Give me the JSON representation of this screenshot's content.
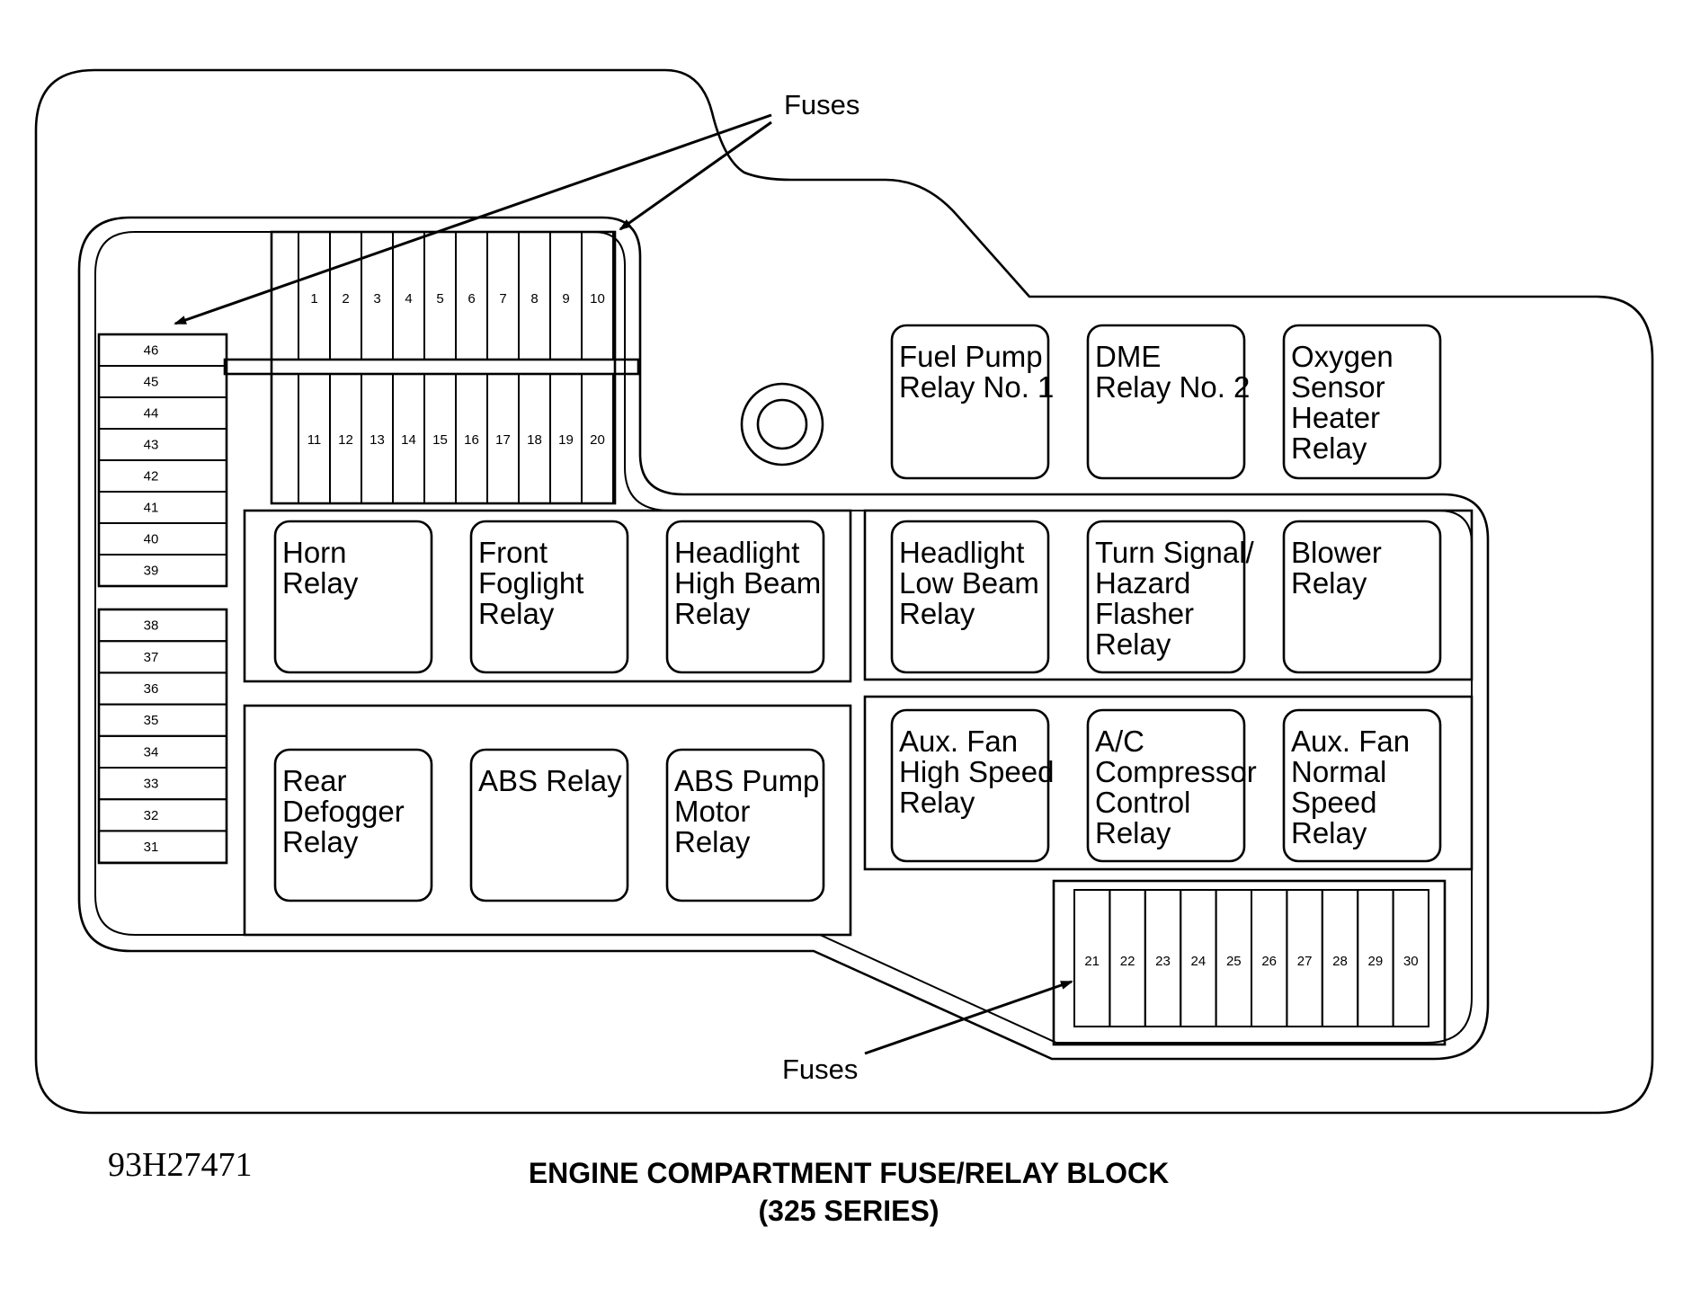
{
  "relays": [
    {
      "id": "fuel-pump-relay",
      "lines": [
        "Fuel Pump",
        "Relay No. 1"
      ]
    },
    {
      "id": "dme-relay",
      "lines": [
        "DME",
        "Relay No. 2"
      ]
    },
    {
      "id": "oxygen-sensor-heater-relay",
      "lines": [
        "Oxygen",
        "Sensor",
        "Heater",
        "Relay"
      ]
    },
    {
      "id": "horn-relay",
      "lines": [
        "Horn",
        "Relay"
      ]
    },
    {
      "id": "front-foglight-relay",
      "lines": [
        "Front",
        "Foglight",
        "Relay"
      ]
    },
    {
      "id": "headlight-high-beam-relay",
      "lines": [
        "Headlight",
        "High Beam",
        "Relay"
      ]
    },
    {
      "id": "headlight-low-beam-relay",
      "lines": [
        "Headlight",
        "Low Beam",
        "Relay"
      ]
    },
    {
      "id": "turn-signal-hazard-flasher-relay",
      "lines": [
        "Turn Signal/",
        "Hazard",
        "Flasher",
        "Relay"
      ]
    },
    {
      "id": "blower-relay",
      "lines": [
        "Blower",
        "Relay"
      ]
    },
    {
      "id": "rear-defogger-relay",
      "lines": [
        "Rear",
        "Defogger",
        "Relay"
      ]
    },
    {
      "id": "abs-relay",
      "lines": [
        "ABS Relay"
      ]
    },
    {
      "id": "abs-pump-motor-relay",
      "lines": [
        "ABS Pump",
        "Motor",
        "Relay"
      ]
    },
    {
      "id": "aux-fan-high-speed-relay",
      "lines": [
        "Aux. Fan",
        "High Speed",
        "Relay"
      ]
    },
    {
      "id": "ac-compressor-control-relay",
      "lines": [
        "A/C",
        "Compressor",
        "Control",
        "Relay"
      ]
    },
    {
      "id": "aux-fan-normal-speed-relay",
      "lines": [
        "Aux. Fan",
        "Normal",
        "Speed",
        "Relay"
      ]
    }
  ],
  "fuses": {
    "top_row": [
      "1",
      "2",
      "3",
      "4",
      "5",
      "6",
      "7",
      "8",
      "9",
      "10"
    ],
    "second_row": [
      "11",
      "12",
      "13",
      "14",
      "15",
      "16",
      "17",
      "18",
      "19",
      "20"
    ],
    "bottom_right": [
      "21",
      "22",
      "23",
      "24",
      "25",
      "26",
      "27",
      "28",
      "29",
      "30"
    ],
    "left_upper": [
      "46",
      "45",
      "44",
      "43",
      "42",
      "41",
      "40",
      "39"
    ],
    "left_lower": [
      "38",
      "37",
      "36",
      "35",
      "34",
      "33",
      "32",
      "31"
    ]
  },
  "callouts": {
    "fuses_top": "Fuses",
    "fuses_bottom": "Fuses"
  },
  "reference_code": "93H27471",
  "caption": {
    "line1": "ENGINE COMPARTMENT FUSE/RELAY BLOCK",
    "line2": "(325 SERIES)"
  }
}
